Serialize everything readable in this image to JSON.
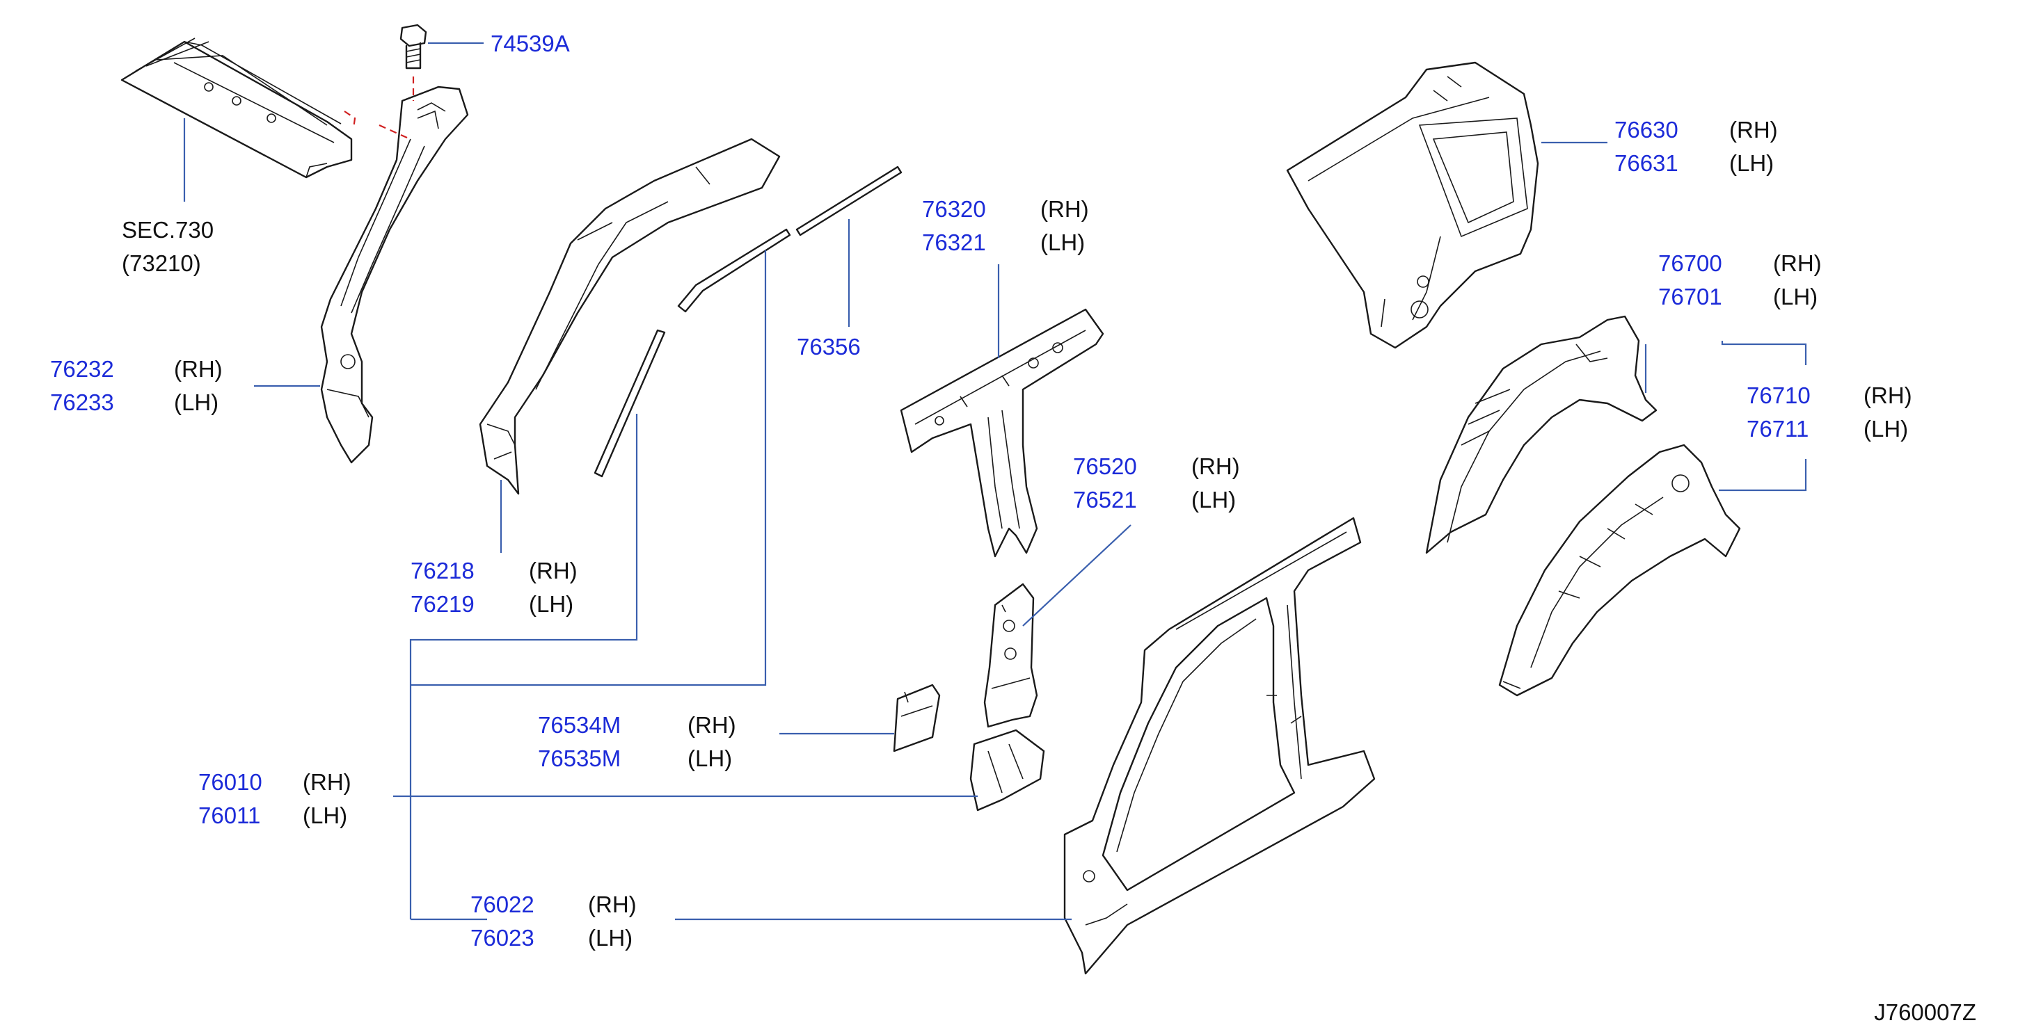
{
  "diagram_id": "J760007Z",
  "section_ref": {
    "line1": "SEC.730",
    "line2": "(73210)"
  },
  "callouts": [
    {
      "key": "bolt",
      "parts": [
        {
          "number": "74539A",
          "side": ""
        }
      ]
    },
    {
      "key": "front_pillar_inner",
      "parts": [
        {
          "number": "76232",
          "side": "(RH)"
        },
        {
          "number": "76233",
          "side": "(LH)"
        }
      ]
    },
    {
      "key": "front_pillar_reinf",
      "parts": [
        {
          "number": "76218",
          "side": "(RH)"
        },
        {
          "number": "76219",
          "side": "(LH)"
        }
      ]
    },
    {
      "key": "roof_rail_reinf",
      "parts": [
        {
          "number": "76356",
          "side": ""
        }
      ]
    },
    {
      "key": "center_pillar_upper",
      "parts": [
        {
          "number": "76320",
          "side": "(RH)"
        },
        {
          "number": "76321",
          "side": "(LH)"
        }
      ]
    },
    {
      "key": "center_pillar_lower",
      "parts": [
        {
          "number": "76520",
          "side": "(RH)"
        },
        {
          "number": "76521",
          "side": "(LH)"
        }
      ]
    },
    {
      "key": "bracket",
      "parts": [
        {
          "number": "76534M",
          "side": "(RH)"
        },
        {
          "number": "76535M",
          "side": "(LH)"
        }
      ]
    },
    {
      "key": "side_body_assy",
      "parts": [
        {
          "number": "76010",
          "side": "(RH)"
        },
        {
          "number": "76011",
          "side": "(LH)"
        }
      ]
    },
    {
      "key": "body_side_outer",
      "parts": [
        {
          "number": "76022",
          "side": "(RH)"
        },
        {
          "number": "76023",
          "side": "(LH)"
        }
      ]
    },
    {
      "key": "rear_pillar_inner",
      "parts": [
        {
          "number": "76630",
          "side": "(RH)"
        },
        {
          "number": "76631",
          "side": "(LH)"
        }
      ]
    },
    {
      "key": "wheel_house_outer",
      "parts": [
        {
          "number": "76700",
          "side": "(RH)"
        },
        {
          "number": "76701",
          "side": "(LH)"
        }
      ]
    },
    {
      "key": "wheel_house_inner",
      "parts": [
        {
          "number": "76710",
          "side": "(RH)"
        },
        {
          "number": "76711",
          "side": "(LH)"
        }
      ]
    }
  ],
  "colors": {
    "part_number": "#1c2bd8",
    "text": "#111111",
    "leader": "#3a5fae",
    "hidden_line": "#d02020",
    "linework": "#1a1a1a"
  }
}
